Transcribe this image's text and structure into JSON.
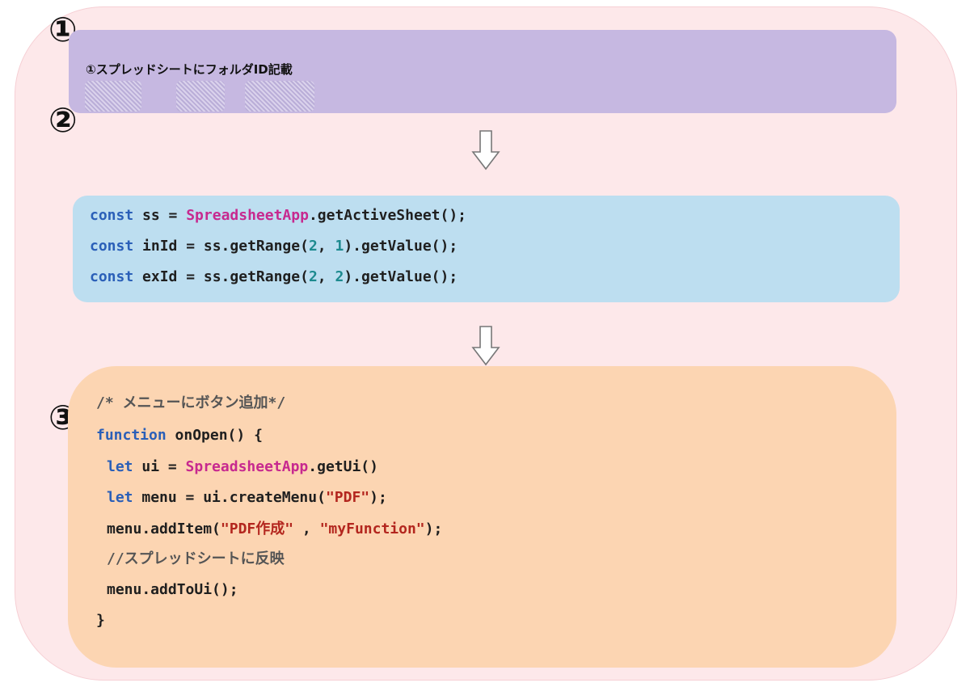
{
  "markers": {
    "m1": "①",
    "m2": "②",
    "m3": "③"
  },
  "step1": {
    "text": "①スプレッドシートにフォルダID記載"
  },
  "step2": {
    "lines": [
      {
        "kw": "const",
        "a": " ss = ",
        "cls": "SpreadsheetApp",
        "b": ".getActiveSheet();"
      },
      {
        "kw": "const",
        "a": " inId = ss.getRange(",
        "n1": "2",
        "sep": ", ",
        "n2": "1",
        "b": ").getValue();"
      },
      {
        "kw": "const",
        "a": " exId = ss.getRange(",
        "n1": "2",
        "sep": ", ",
        "n2": "2",
        "b": ").getValue();"
      }
    ]
  },
  "step3": {
    "comment1": "/* メニューにボタン追加*/",
    "l2": {
      "kw": "function",
      "rest": " onOpen() {"
    },
    "l3": {
      "kw": "let",
      "a": " ui = ",
      "cls": "SpreadsheetApp",
      "b": ".getUi()"
    },
    "l4": {
      "kw": "let",
      "a": " menu = ui.createMenu(",
      "s": "\"PDF\"",
      "b": ");"
    },
    "l5": {
      "a": "menu.addItem(",
      "s1": "\"PDF作成\"",
      "sep": " , ",
      "s2": "\"myFunction\"",
      "b": ");"
    },
    "comment2": "//スプレッドシートに反映",
    "l7": "menu.addToUi();",
    "l8": "}"
  },
  "colors": {
    "background": "#fde8ea",
    "step1": "#c6b8e1",
    "step2": "#bddef0",
    "step3": "#fcd5b2",
    "keyword": "#2a5fb8",
    "class": "#c7298f",
    "number": "#1d8a8f",
    "string": "#b3261e",
    "comment": "#555555"
  }
}
